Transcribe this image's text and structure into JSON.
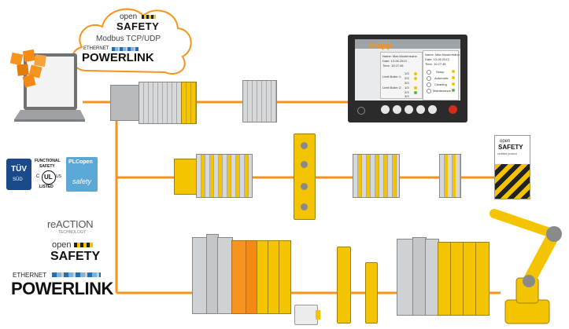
{
  "cloud": {
    "open_label": "open",
    "safety_label": "SAFETY",
    "modbus_label": "Modbus TCP/UDP",
    "ethernet_label": "ETHERNET",
    "powerlink_label": "POWERLINK"
  },
  "hmi": {
    "brand": "mapp",
    "panel_left": {
      "name_line": "Name: Max Mustermann",
      "date_line": "Date: 13.06.2013",
      "time_line": "Time: 10:27:45",
      "limit_lines": [
        "Limit Boiler 1:",
        "Limit Boiler 2:"
      ],
      "values": [
        "1/3",
        "2/3",
        "3/3",
        "1/3",
        "2/3",
        "3/3"
      ]
    },
    "panel_right": {
      "name_line": "Name: Max Mustermann",
      "date_line": "Date: 13.06.2013",
      "time_line": "Time: 10:27:45",
      "menu": [
        "Setup",
        "Automatic",
        "Cleaning",
        "Maintenance"
      ]
    }
  },
  "certified_box": {
    "open_label": "open",
    "safety_label": "SAFETY",
    "caption": "certified product"
  },
  "certifications": {
    "tuv_top": "TÜV",
    "tuv_bottom": "SÜD",
    "functional_safety_line1": "FUNCTIONAL",
    "functional_safety_line2": "SAFETY",
    "ul_c": "C",
    "ul_mark": "UL",
    "ul_us": "US",
    "ul_listed": "LISTED",
    "plcopen_label": "PLCopen",
    "plcopen_safety": "safety"
  },
  "logos": {
    "reaction": "reACTION",
    "reaction_sub": "TECHNOLOGY",
    "open": "open",
    "safety": "SAFETY",
    "ethernet": "ETHERNET",
    "powerlink": "POWERLINK"
  },
  "colors": {
    "network_line": "#f7941d",
    "safety_yellow": "#f5c400",
    "module_grey": "#cfd2d4",
    "panel_dark": "#2b2b2b",
    "servo_orange": "#f7941d"
  }
}
